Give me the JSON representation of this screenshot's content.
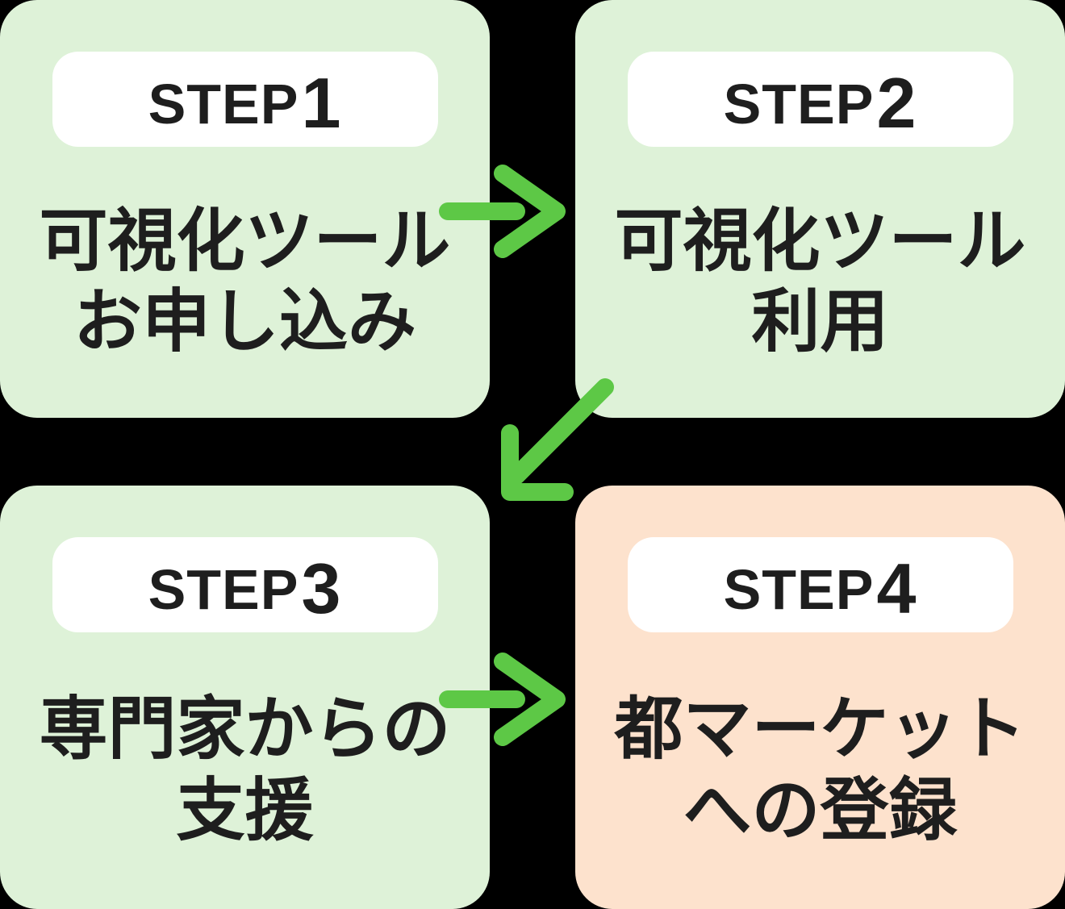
{
  "diagram": {
    "steps": [
      {
        "badge": {
          "prefix": "STEP",
          "number": "1"
        },
        "lines": [
          "可視化ツール",
          "お申し込み"
        ],
        "variant": "green"
      },
      {
        "badge": {
          "prefix": "STEP",
          "number": "2"
        },
        "lines": [
          "可視化ツール",
          "利用"
        ],
        "variant": "green"
      },
      {
        "badge": {
          "prefix": "STEP",
          "number": "3"
        },
        "lines": [
          "専門家からの",
          "支援"
        ],
        "variant": "green"
      },
      {
        "badge": {
          "prefix": "STEP",
          "number": "4"
        },
        "lines": [
          "都マーケット",
          "への登録"
        ],
        "variant": "peach"
      }
    ],
    "arrows": [
      {
        "icon": "arrow-right-icon",
        "from": "STEP1",
        "to": "STEP2"
      },
      {
        "icon": "arrow-down-left-icon",
        "from": "STEP2",
        "to": "STEP3"
      },
      {
        "icon": "arrow-right-icon",
        "from": "STEP3",
        "to": "STEP4"
      }
    ],
    "colors": {
      "background": "#000000",
      "card_green": "#def2d8",
      "card_peach": "#fde2cd",
      "badge_bg": "#ffffff",
      "text": "#1e1e1e",
      "arrow": "#5dc846"
    }
  }
}
